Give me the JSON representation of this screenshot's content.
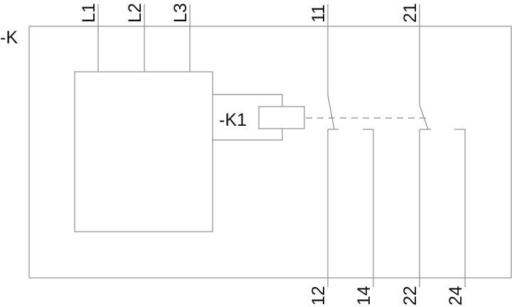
{
  "device": {
    "label": "-K"
  },
  "coil": {
    "label": "-K1"
  },
  "supply_terminals": [
    "L1",
    "L2",
    "L3"
  ],
  "contacts": [
    {
      "common": "11",
      "nc": "12",
      "no": "14"
    },
    {
      "common": "21",
      "nc": "22",
      "no": "24"
    }
  ],
  "colors": {
    "line": "#8c8c8c",
    "text": "#111111"
  }
}
